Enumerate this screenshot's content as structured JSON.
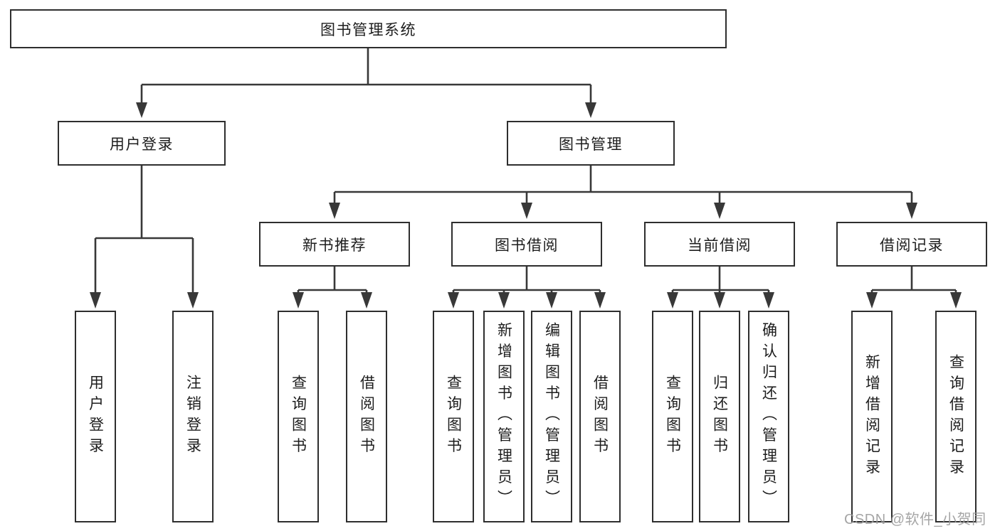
{
  "diagram": {
    "type": "hierarchy-tree",
    "colors": {
      "background": "#ffffff",
      "line": "#383838",
      "box_border": "#2e2e2e",
      "text": "#1d1d1d",
      "watermark_text": "#9c9c9c"
    },
    "nodes": {
      "root": {
        "label": "图书管理系统"
      },
      "level2": [
        {
          "label": "用户登录",
          "parent": "图书管理系统"
        },
        {
          "label": "图书管理",
          "parent": "图书管理系统"
        }
      ],
      "level3": [
        {
          "label": "新书推荐",
          "parent": "图书管理"
        },
        {
          "label": "图书借阅",
          "parent": "图书管理"
        },
        {
          "label": "当前借阅",
          "parent": "图书管理"
        },
        {
          "label": "借阅记录",
          "parent": "图书管理"
        }
      ],
      "leaves": [
        {
          "label": "用户登录",
          "parent": "用户登录"
        },
        {
          "label": "注销登录",
          "parent": "用户登录"
        },
        {
          "label": "查询图书",
          "parent": "新书推荐"
        },
        {
          "label": "借阅图书",
          "parent": "新书推荐"
        },
        {
          "label": "查询图书",
          "parent": "图书借阅"
        },
        {
          "label": "新增图书（管理员）",
          "parent": "图书借阅"
        },
        {
          "label": "编辑图书（管理员）",
          "parent": "图书借阅"
        },
        {
          "label": "借阅图书",
          "parent": "图书借阅"
        },
        {
          "label": "查询图书",
          "parent": "当前借阅"
        },
        {
          "label": "归还图书",
          "parent": "当前借阅"
        },
        {
          "label": "确认归还（管理员）",
          "parent": "当前借阅"
        },
        {
          "label": "新增借阅记录",
          "parent": "借阅记录"
        },
        {
          "label": "查询借阅记录",
          "parent": "借阅记录"
        }
      ]
    },
    "watermark": {
      "text": "CSDN @软件_小贺同学"
    }
  }
}
